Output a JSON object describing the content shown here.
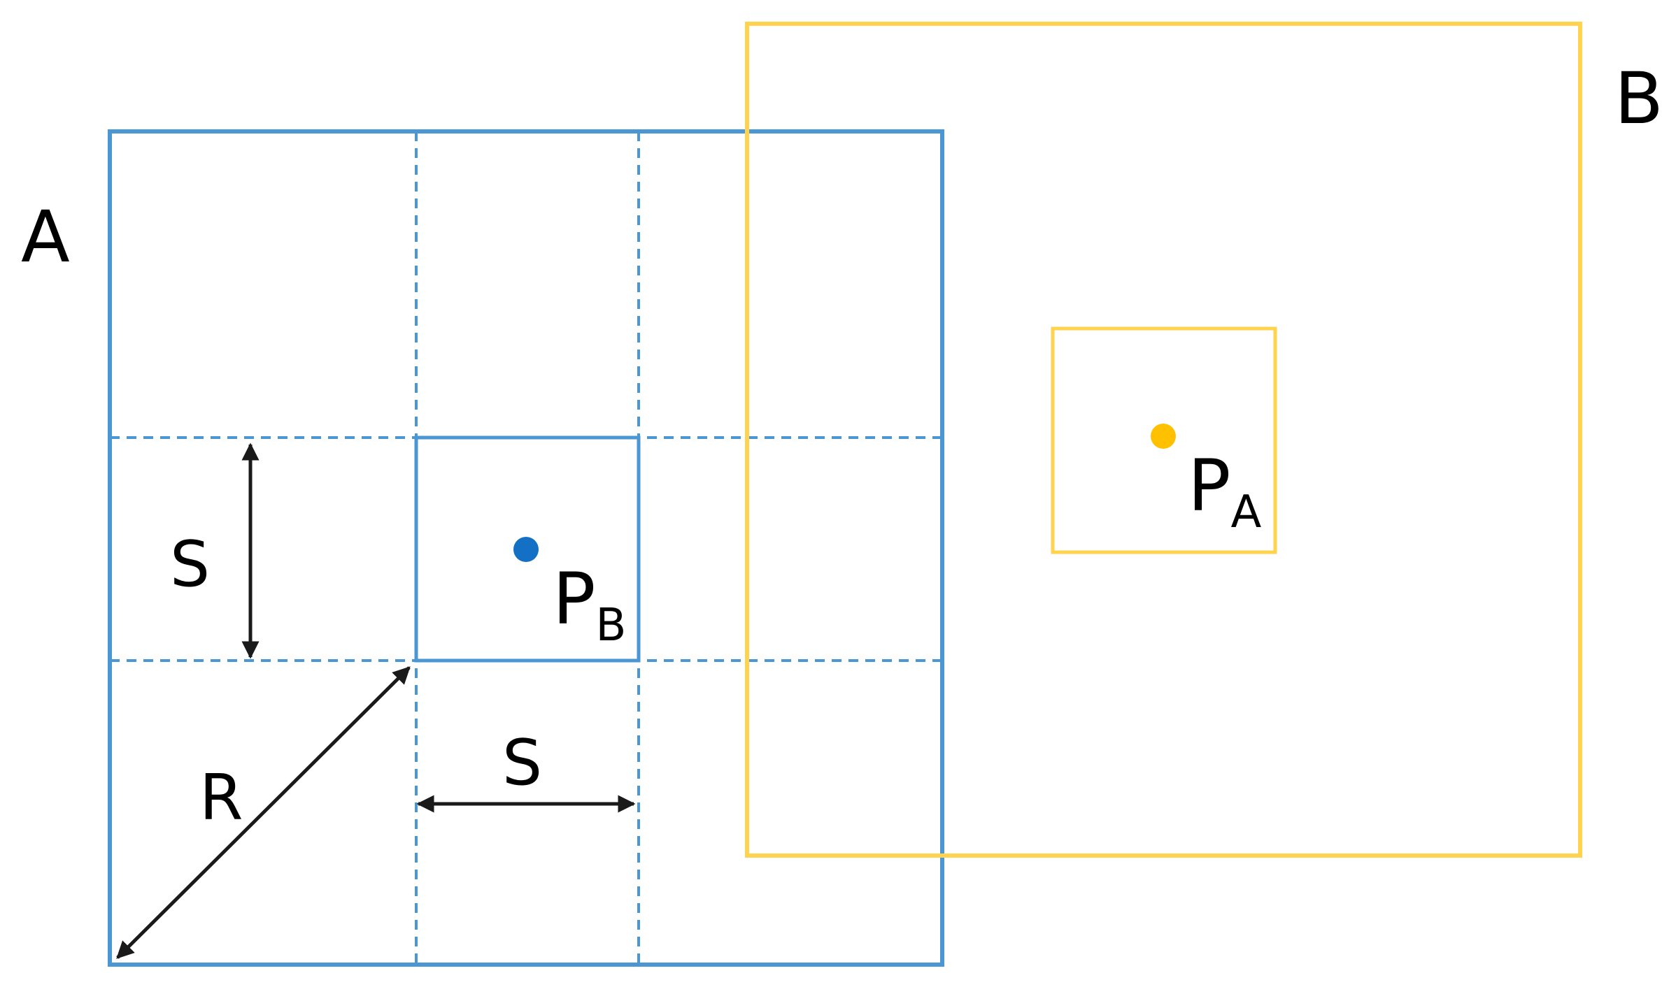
{
  "colors": {
    "region_a": "#4b97d4",
    "region_b": "#ffd34d",
    "point_b": "#1370c4",
    "point_a": "#ffc000",
    "arrow": "#1a1a1a"
  },
  "labels": {
    "region_a": "A",
    "region_b": "B",
    "point_b_main": "P",
    "point_b_sub": "B",
    "point_a_main": "P",
    "point_a_sub": "A",
    "cell_size_vertical": "S",
    "cell_size_horizontal": "S",
    "radius": "R"
  }
}
